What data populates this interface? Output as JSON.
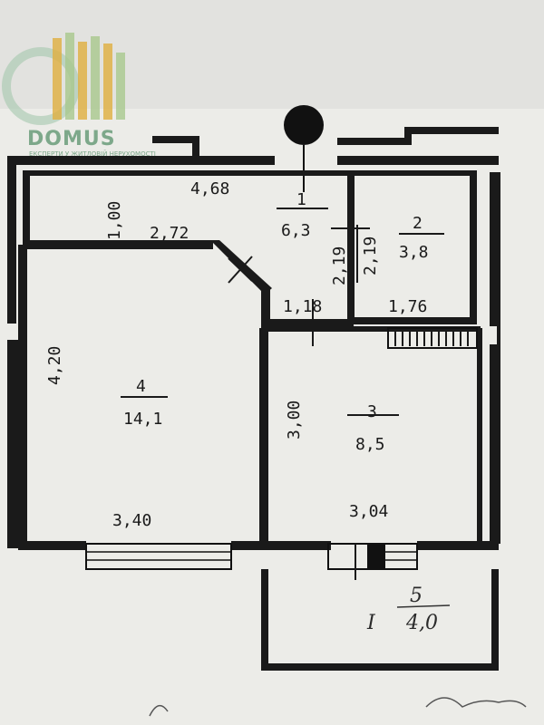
{
  "logo": {
    "brand": "DOMUS",
    "tagline": "ЕКСПЕРТИ У ЖИТЛОВІЙ НЕРУХОМОСТІ"
  },
  "dimensions": {
    "d_468": "4,68",
    "d_100": "1,00",
    "d_272": "2,72",
    "d_219a": "2,19",
    "d_219b": "2,19",
    "d_118": "1,18",
    "d_176": "1,76",
    "d_420": "4,20",
    "d_300": "3,00",
    "d_340": "3,40",
    "d_304": "3,04"
  },
  "rooms": [
    {
      "number": "1",
      "area": "6,3"
    },
    {
      "number": "2",
      "area": "3,8"
    },
    {
      "number": "3",
      "area": "8,5"
    },
    {
      "number": "4",
      "area": "14,1"
    },
    {
      "number": "5",
      "area": "4,0"
    }
  ],
  "balcony": {
    "marker": "I"
  },
  "colors": {
    "paper": "#e8e8e4",
    "ink": "#1a1a1a",
    "logo": "#7da88a",
    "logo_accent": "#e0b040"
  }
}
